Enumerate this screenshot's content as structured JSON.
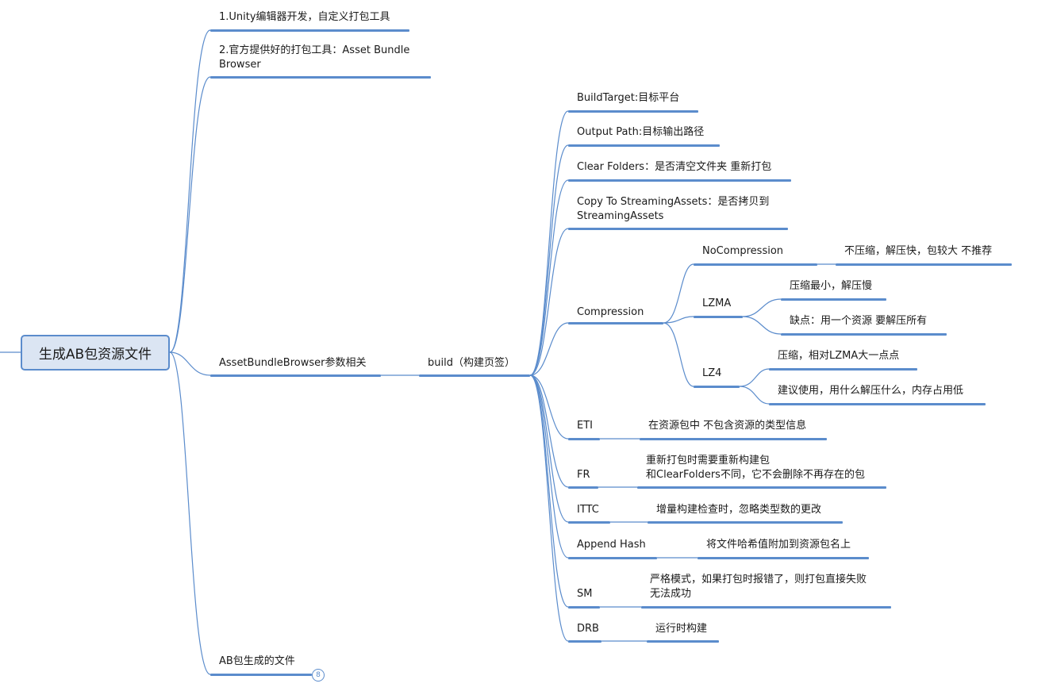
{
  "mindmap": {
    "root": "生成AB包资源文件",
    "branch_unity_editor": "1.Unity编辑器开发，自定义打包工具",
    "branch_official_tool": [
      "2.官方提供好的打包工具：Asset Bundle",
      "Browser"
    ],
    "branch_params": "AssetBundleBrowser参数相关",
    "branch_ab_files": "AB包生成的文件",
    "ab_files_collapsed_count": "8",
    "build_tab": "build（构建页签）",
    "build_target": "BuildTarget:目标平台",
    "output_path": "Output Path:目标输出路径",
    "clear_folders": "Clear Folders：是否清空文件夹 重新打包",
    "copy_streaming": [
      "Copy To StreamingAssets：是否拷贝到",
      "StreamingAssets"
    ],
    "compression": "Compression",
    "no_compression": "NoCompression",
    "no_compression_desc": "不压缩，解压快，包较大 不推荐",
    "lzma": "LZMA",
    "lzma_desc_1": "压缩最小，解压慢",
    "lzma_desc_2": "缺点：用一个资源 要解压所有",
    "lz4": "LZ4",
    "lz4_desc_1": "压缩，相对LZMA大一点点",
    "lz4_desc_2": "建议使用，用什么解压什么，内存占用低",
    "eti": "ETI",
    "eti_desc": "在资源包中 不包含资源的类型信息",
    "fr": "FR",
    "fr_desc": [
      "重新打包时需要重新构建包",
      "和ClearFolders不同，它不会删除不再存在的包"
    ],
    "ittc": "ITTC",
    "ittc_desc": "增量构建检查时，忽略类型数的更改",
    "append_hash": "Append Hash",
    "append_hash_desc": "将文件哈希值附加到资源包名上",
    "sm": "SM",
    "sm_desc": [
      "严格模式，如果打包时报错了，则打包直接失败",
      "无法成功"
    ],
    "drb": "DRB",
    "drb_desc": "运行时构建"
  },
  "colors": {
    "line": "#5b8ccc",
    "root_fill": "#dbe5f3",
    "text": "#1a1a1a"
  }
}
